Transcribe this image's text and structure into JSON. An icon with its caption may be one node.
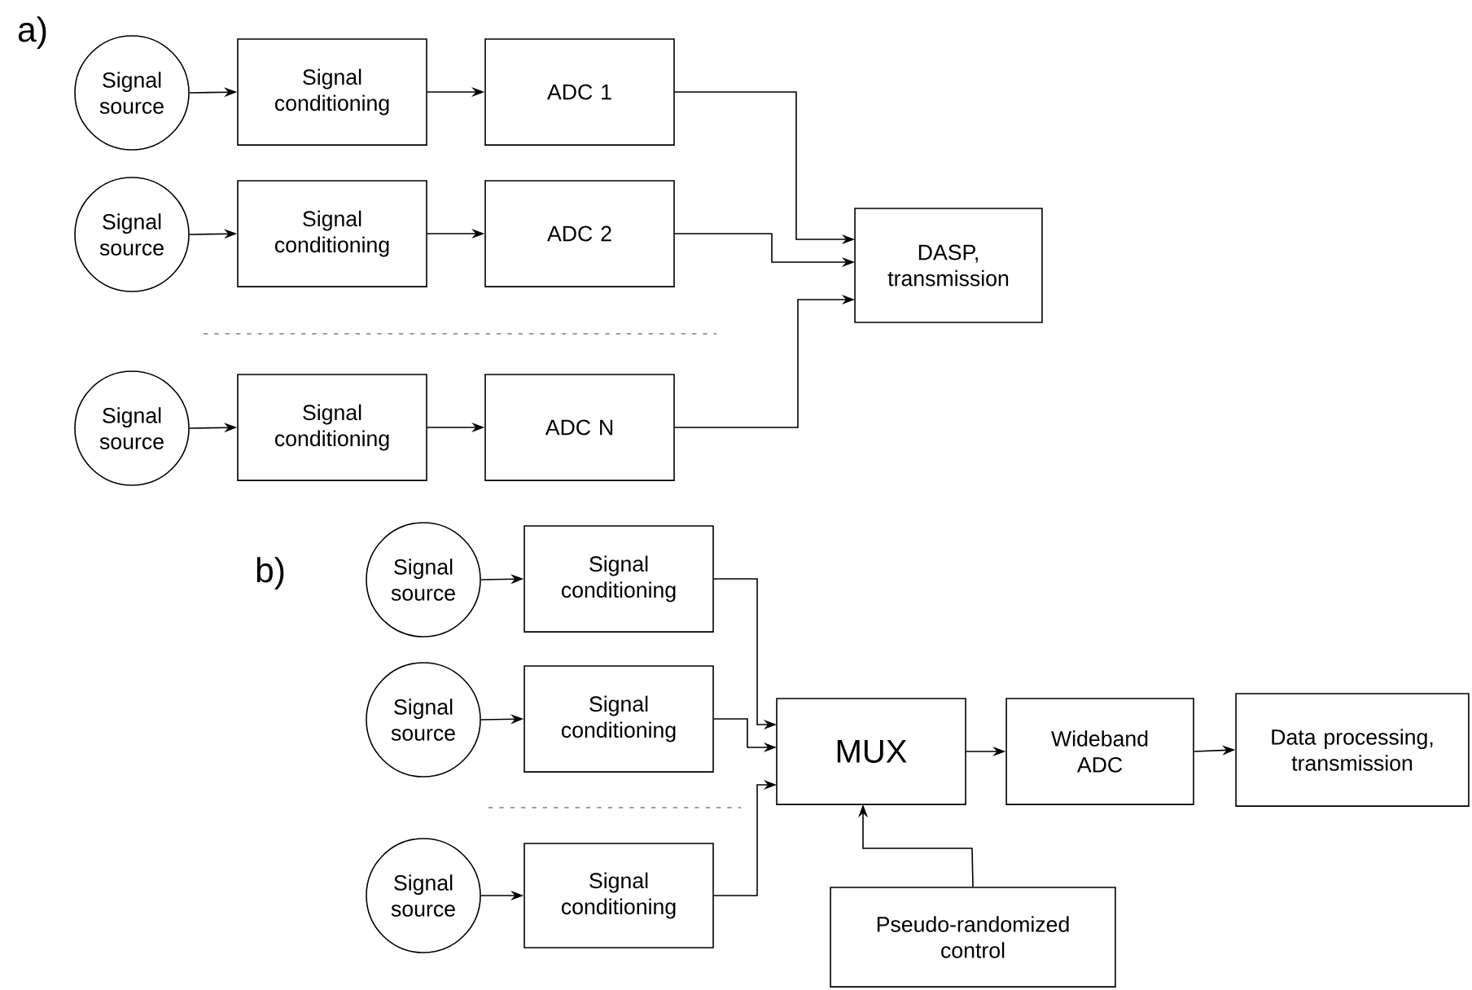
{
  "diagram": {
    "nodes": [
      {
        "text": [
          "Signal source"
        ]
      },
      {
        "text": [
          "Signal conditioning"
        ]
      },
      {
        "text": [
          "ADC 1"
        ]
      },
      {
        "text": [
          "Signal source"
        ]
      },
      {
        "text": [
          "Signal conditioning"
        ]
      },
      {
        "text": [
          "ADC 2"
        ]
      },
      {
        "text": [
          "Signal source"
        ]
      },
      {
        "text": [
          "Signal conditioning"
        ]
      },
      {
        "text": [
          "ADC N"
        ]
      },
      {
        "text": [
          "DASP, transmission"
        ]
      },
      {
        "text": [
          "Signal source"
        ]
      },
      {
        "text": [
          "Signal conditioning"
        ]
      },
      {
        "text": [
          "Signal source"
        ]
      },
      {
        "text": [
          "Signal conditioning"
        ]
      },
      {
        "text": [
          "Signal source"
        ]
      },
      {
        "text": [
          "Signal conditioning"
        ]
      },
      {
        "text": [
          "MUX"
        ]
      },
      {
        "text": [
          "Wideband ADC"
        ]
      },
      {
        "text": [
          "Data processing, transmission"
        ]
      },
      {
        "text": [
          "Pseudo-randomized control"
        ]
      }
    ],
    "edges": [
      {
        "from": 0,
        "to": 1,
        "arrow": "to"
      },
      {
        "from": 1,
        "to": 2,
        "arrow": "to"
      },
      {
        "from": 3,
        "to": 4,
        "arrow": "to"
      },
      {
        "from": 4,
        "to": 5,
        "arrow": "to"
      },
      {
        "from": 6,
        "to": 7,
        "arrow": "to"
      },
      {
        "from": 7,
        "to": 8,
        "arrow": "to"
      },
      {
        "from": 2,
        "to": 9,
        "arrow": "to"
      },
      {
        "from": 5,
        "to": 9,
        "arrow": "to"
      },
      {
        "from": 8,
        "to": 9,
        "arrow": "to"
      },
      {
        "from": 10,
        "to": 11,
        "arrow": "to"
      },
      {
        "from": 12,
        "to": 13,
        "arrow": "to"
      },
      {
        "from": 14,
        "to": 15,
        "arrow": "to"
      },
      {
        "from": 11,
        "to": 16,
        "arrow": "to"
      },
      {
        "from": 13,
        "to": 16,
        "arrow": "to"
      },
      {
        "from": 15,
        "to": 16,
        "arrow": "to"
      },
      {
        "from": 16,
        "to": 17,
        "arrow": "to"
      },
      {
        "from": 17,
        "to": 18,
        "arrow": "to"
      },
      {
        "from": 19,
        "to": 16,
        "arrow": "to"
      }
    ],
    "labels": [
      "a)",
      "b)"
    ]
  }
}
